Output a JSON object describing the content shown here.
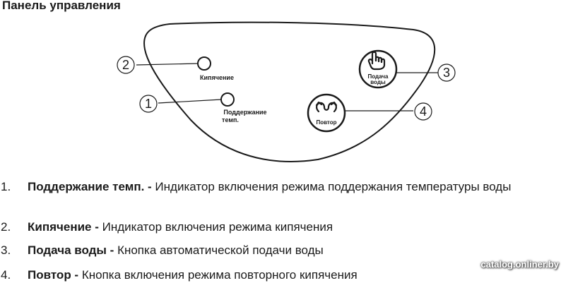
{
  "title": "Панель управления",
  "panel": {
    "boil_indicator_label": "Кипячение",
    "keep_warm_label_line1": "Поддержание",
    "keep_warm_label_line2": "темп.",
    "dispense_button_line1": "Подача",
    "dispense_button_line2": "воды",
    "repeat_button_label": "Повтор",
    "callouts": [
      "1",
      "2",
      "3",
      "4"
    ]
  },
  "legend": [
    {
      "number": "1.",
      "term": "Поддержание темп.",
      "separator": " - ",
      "description": "Индикатор включения режима поддержания температуры воды"
    },
    {
      "number": "2.",
      "term": "Кипячение",
      "separator": " - ",
      "description": "Индикатор включения режима кипячения"
    },
    {
      "number": "3.",
      "term": "Подача воды",
      "separator": " - ",
      "description": "Кнопка автоматической подачи воды"
    },
    {
      "number": "4.",
      "term": "Повтор",
      "separator": " - ",
      "description": "Кнопка включения режима повторного кипячения"
    }
  ],
  "watermark": "catalog.onliner.by",
  "icons": {
    "dispense": "hand-press-icon",
    "repeat": "reheat-arrows-icon"
  }
}
